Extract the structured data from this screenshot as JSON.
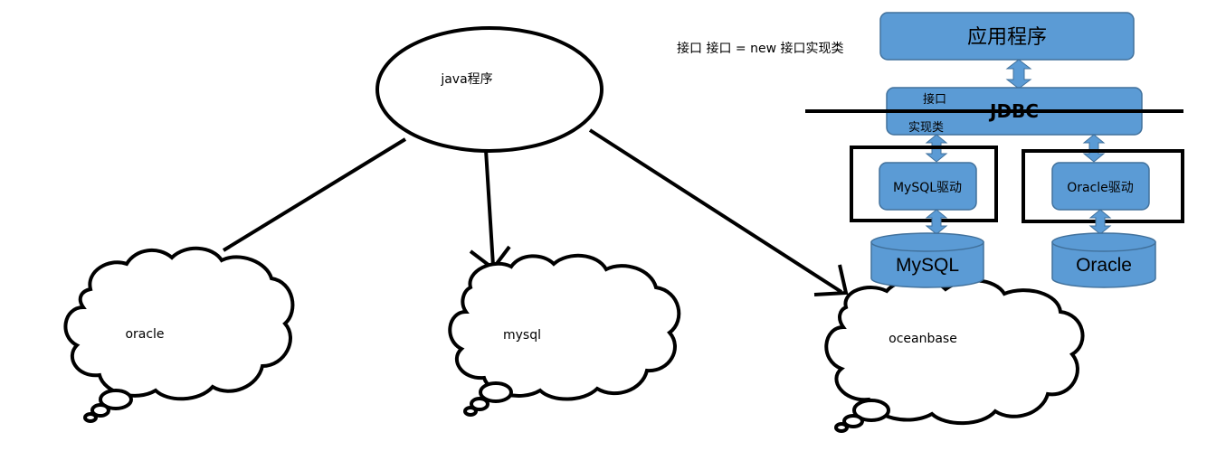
{
  "left_diagram": {
    "center_label": "java程序",
    "clouds": [
      {
        "label": "oracle"
      },
      {
        "label": "mysql"
      },
      {
        "label": "oceanbase"
      }
    ]
  },
  "formula_text": "接口 接口 = new 接口实现类",
  "right_diagram": {
    "app_label": "应用程序",
    "jdbc_label": "JDBC",
    "interface_label": "接口",
    "impl_label": "实现类",
    "drivers": [
      {
        "label": "MySQL驱动",
        "db_label": "MySQL"
      },
      {
        "label": "Oracle驱动",
        "db_label": "Oracle"
      }
    ]
  },
  "colors": {
    "box_fill": "#5b9bd5",
    "box_stroke": "#41719c",
    "line": "#000000"
  }
}
